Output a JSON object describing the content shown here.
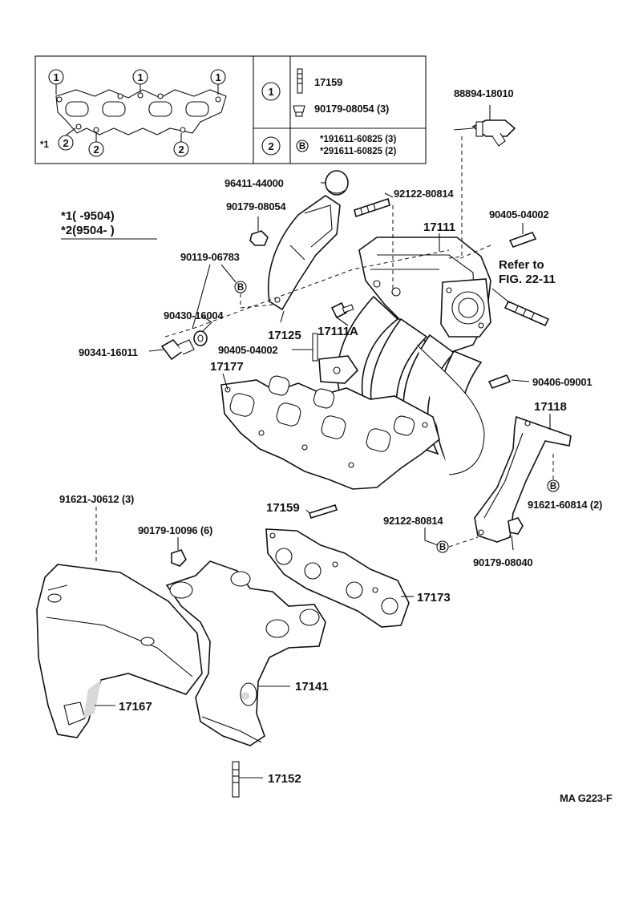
{
  "legend_box": {
    "row1_circle": "1",
    "row2_circle": "2",
    "gasket_markers": [
      "1",
      "1",
      "1",
      "2",
      "2",
      "2"
    ],
    "star1_marker": "*1",
    "row1_items": [
      "17159",
      "90179-08054 (3)"
    ],
    "row2_badge": "B",
    "row2_items": [
      "*191611-60825 (3)",
      "*291611-60825 (2)"
    ]
  },
  "footnotes": {
    "note1": "*1(      -9504)",
    "note2": "*2(9504-      )"
  },
  "labels": {
    "p88894": "88894-18010",
    "p96411": "96411-44000",
    "p92122a": "92122-80814",
    "p90179a": "90179-08054",
    "p17111": "17111",
    "p90405a": "90405-04002",
    "p90119": "90119-06783",
    "p90119_badge": "B",
    "refer1": "Refer to",
    "refer2": "FIG. 22-11",
    "p90430": "90430-16004",
    "p17125": "17125",
    "p17111a": "17111A",
    "p90341": "90341-16011",
    "p90405b": "90405-04002",
    "p17177": "17177",
    "p90406": "90406-09001",
    "p17118": "17118",
    "p91621b": "91621-60814 (2)",
    "p91621b_badge": "B",
    "p91621a": "91621-J0612 (3)",
    "p17159": "17159",
    "p92122b": "92122-80814",
    "p92122b_badge": "B",
    "p90179b": "90179-10096 (6)",
    "p90179c": "90179-08040",
    "p17173": "17173",
    "p17141": "17141",
    "p17167": "17167",
    "p17152": "17152",
    "figure_code": "MA G223-F"
  }
}
